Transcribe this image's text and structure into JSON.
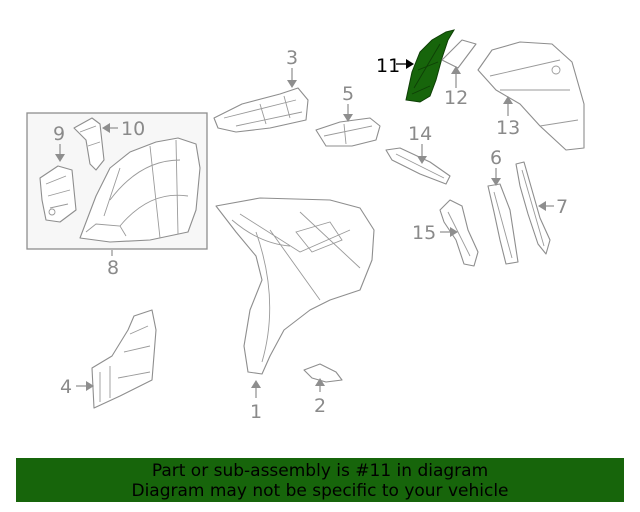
{
  "callouts": {
    "c1": "1",
    "c2": "2",
    "c3": "3",
    "c4": "4",
    "c5": "5",
    "c6": "6",
    "c7": "7",
    "c8": "8",
    "c9": "9",
    "c10": "10",
    "c11": "11",
    "c12": "12",
    "c13": "13",
    "c14": "14",
    "c15": "15"
  },
  "highlighted_part": "11",
  "colors": {
    "highlight_fill": "#17650b",
    "banner_bg": "#17650b",
    "line_art": "#8e8e8e",
    "callout_gray": "#8a8a8a"
  },
  "banner": {
    "line1": "Part or sub-assembly is #11 in diagram",
    "line2": "Diagram may not be specific to your vehicle"
  }
}
